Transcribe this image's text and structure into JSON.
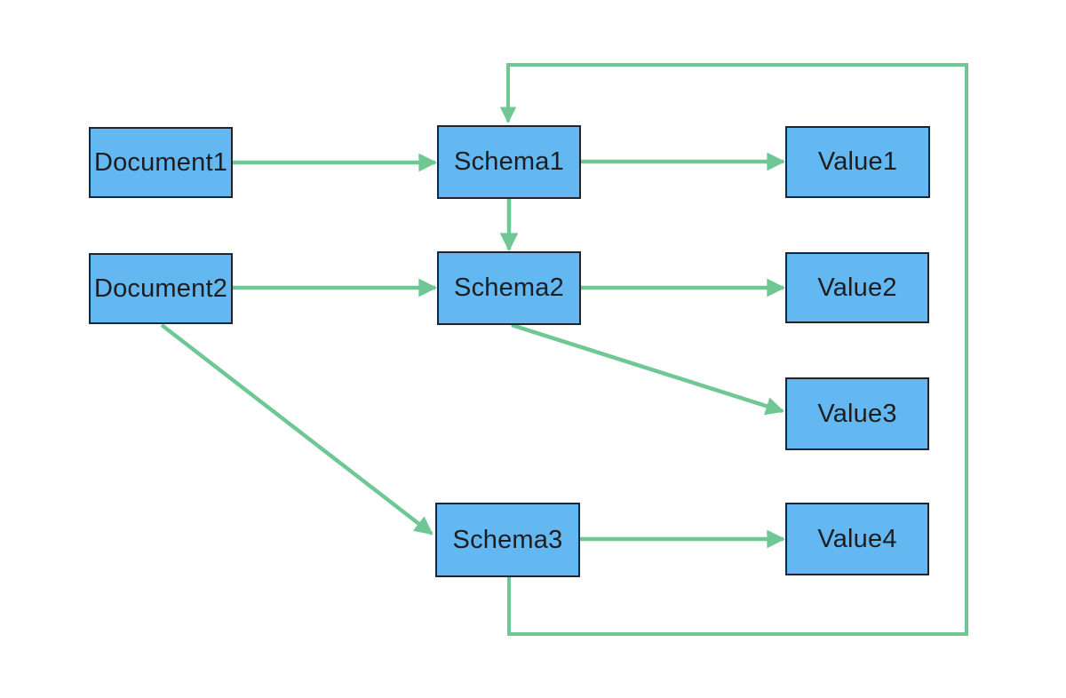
{
  "diagram": {
    "title": "",
    "background_color": "#FFFFFF",
    "colors": {
      "node_fill": "#64B8F2",
      "node_border": "#1A2433",
      "node_text": "#1D1D1F",
      "arrow": "#6FC795"
    },
    "nodes": [
      {
        "id": "document1",
        "label": "Document1"
      },
      {
        "id": "document2",
        "label": "Document2"
      },
      {
        "id": "schema1",
        "label": "Schema1"
      },
      {
        "id": "schema2",
        "label": "Schema2"
      },
      {
        "id": "schema3",
        "label": "Schema3"
      },
      {
        "id": "value1",
        "label": "Value1"
      },
      {
        "id": "value2",
        "label": "Value2"
      },
      {
        "id": "value3",
        "label": "Value3"
      },
      {
        "id": "value4",
        "label": "Value4"
      }
    ],
    "edges": [
      {
        "from": "document1",
        "to": "schema1",
        "style": "straight-arrow"
      },
      {
        "from": "schema1",
        "to": "value1",
        "style": "straight-arrow"
      },
      {
        "from": "schema1",
        "to": "schema2",
        "style": "straight-arrow"
      },
      {
        "from": "document2",
        "to": "schema2",
        "style": "straight-arrow"
      },
      {
        "from": "schema2",
        "to": "value2",
        "style": "straight-arrow"
      },
      {
        "from": "schema2",
        "to": "value3",
        "style": "diagonal-arrow"
      },
      {
        "from": "document2",
        "to": "schema3",
        "style": "diagonal-arrow"
      },
      {
        "from": "schema3",
        "to": "value4",
        "style": "straight-arrow"
      },
      {
        "from": "schema3",
        "to": "schema1",
        "style": "orthogonal-loop-arrow"
      }
    ]
  }
}
